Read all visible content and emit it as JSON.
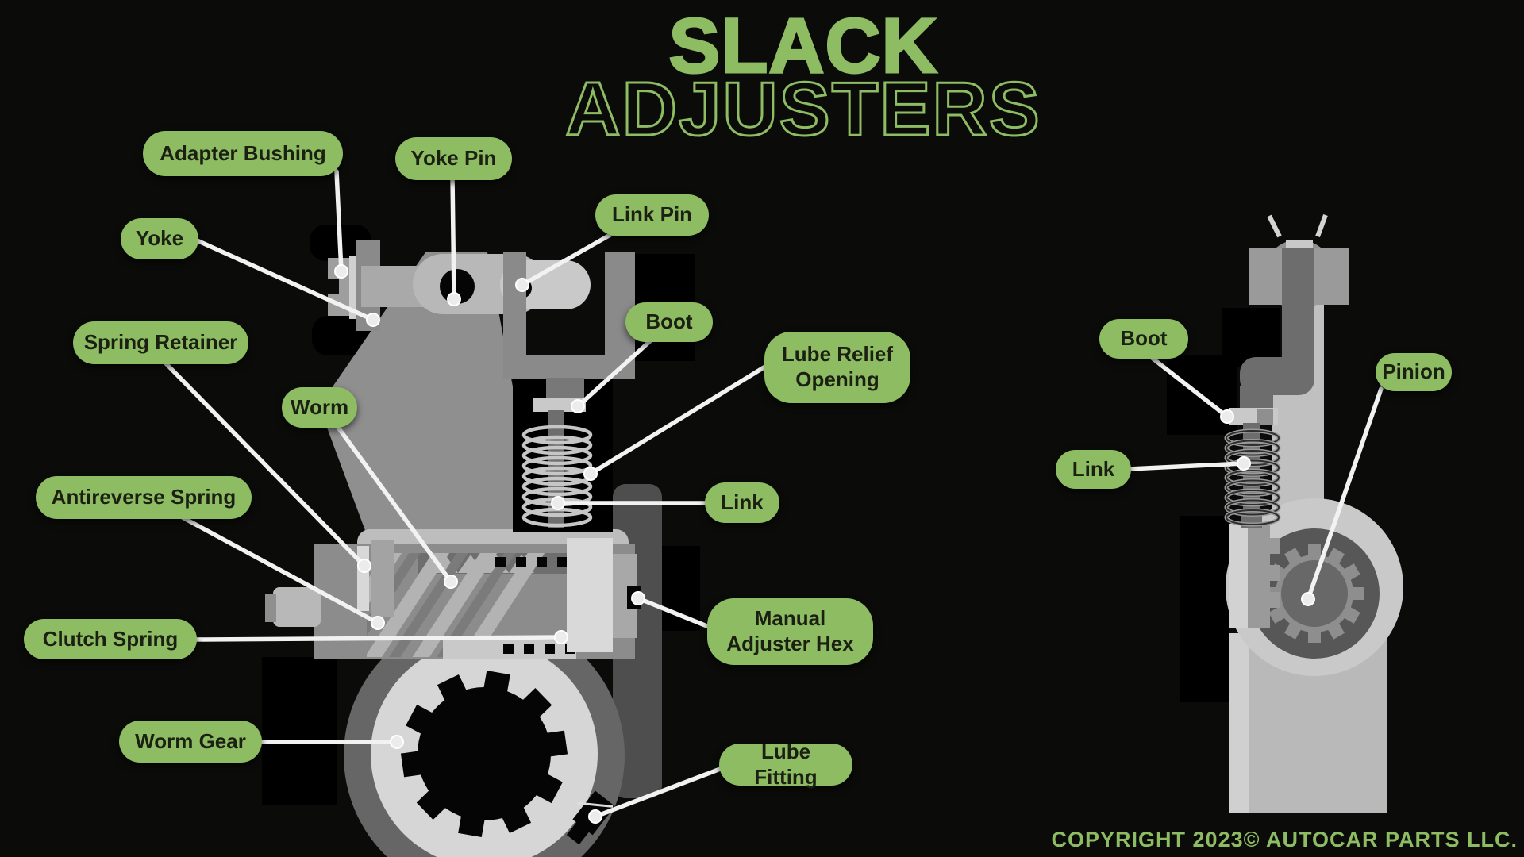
{
  "title": {
    "line1": "SLACK",
    "line2": "ADJUSTERS"
  },
  "footer": {
    "copyright": "COPYRIGHT 2023© AUTOCAR PARTS LLC."
  },
  "colors": {
    "accent_green": "#8dbc63",
    "background": "#0b0b09",
    "pill_text": "#1b2012",
    "leader_line": "#f2f2f2"
  },
  "left_diagram": {
    "description": "automatic slack adjuster cross-section",
    "labels": [
      {
        "id": "adapter_bushing",
        "text": "Adapter Bushing"
      },
      {
        "id": "yoke_pin",
        "text": "Yoke Pin"
      },
      {
        "id": "link_pin",
        "text": "Link Pin"
      },
      {
        "id": "yoke",
        "text": "Yoke"
      },
      {
        "id": "boot",
        "text": "Boot"
      },
      {
        "id": "lube_relief_opening",
        "text": "Lube Relief Opening"
      },
      {
        "id": "spring_retainer",
        "text": "Spring Retainer"
      },
      {
        "id": "worm",
        "text": "Worm"
      },
      {
        "id": "link",
        "text": "Link"
      },
      {
        "id": "antireverse_spring",
        "text": "Antireverse Spring"
      },
      {
        "id": "clutch_spring",
        "text": "Clutch Spring"
      },
      {
        "id": "manual_adjuster_hex",
        "text": "Manual Adjuster Hex"
      },
      {
        "id": "worm_gear",
        "text": "Worm Gear"
      },
      {
        "id": "lube_fitting",
        "text": "Lube Fitting"
      }
    ]
  },
  "right_diagram": {
    "description": "manual slack adjuster cross-section",
    "labels": [
      {
        "id": "boot_r",
        "text": "Boot"
      },
      {
        "id": "link_r",
        "text": "Link"
      },
      {
        "id": "pinion",
        "text": "Pinion"
      }
    ]
  }
}
